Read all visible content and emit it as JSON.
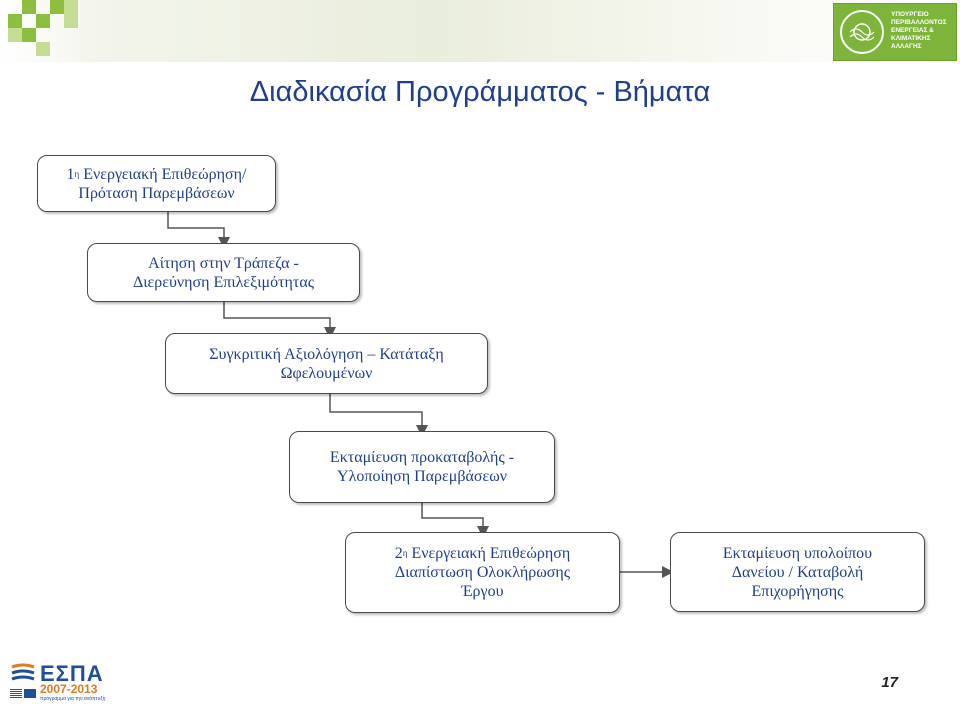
{
  "title": "Διαδικασία Προγράμματος - Βήματα",
  "steps": [
    {
      "lines": [
        "1",
        "η",
        " Ενεργειακή Επιθεώρηση/",
        "Πρόταση Παρεμβάσεων"
      ]
    },
    {
      "lines": [
        "Αίτηση στην Τράπεζα -",
        "Διερεύνηση Επιλεξιμότητας"
      ]
    },
    {
      "lines": [
        "Συγκριτική Αξιολόγηση – Κατάταξη",
        "Ωφελουμένων"
      ]
    },
    {
      "lines": [
        "Εκταμίευση προκαταβολής -",
        "Υλοποίηση Παρεμβάσεων"
      ]
    },
    {
      "lines": [
        "2",
        "η",
        " Ενεργειακή Επιθεώρηση",
        "Διαπίστωση Ολοκλήρωσης",
        "Έργου"
      ]
    },
    {
      "lines": [
        "Εκταμίευση υπολοίπου",
        "Δανείου / Καταβολή",
        "Επιχορήγησης"
      ]
    }
  ],
  "ministry_logo": {
    "lines": [
      "ΥΠΟΥΡΓΕΙΟ",
      "ΠΕΡΙΒΑΛΛΟΝΤΟΣ",
      "ΕΝΕΡΓΕΙΑΣ &",
      "ΚΛΙΜΑΤΙΚΗΣ",
      "ΑΛΛΑΓΗΣ"
    ]
  },
  "espa_logo": {
    "word": "ΕΣΠΑ",
    "years": "2007-2013",
    "tagline": "πρόγραμμα για την ανάπτυξη"
  },
  "page_number": "17",
  "colors": {
    "text": "#1f3f8c",
    "accent_green": "#8cbf3f",
    "logo_green": "#7db53a",
    "connector": "#555555"
  }
}
